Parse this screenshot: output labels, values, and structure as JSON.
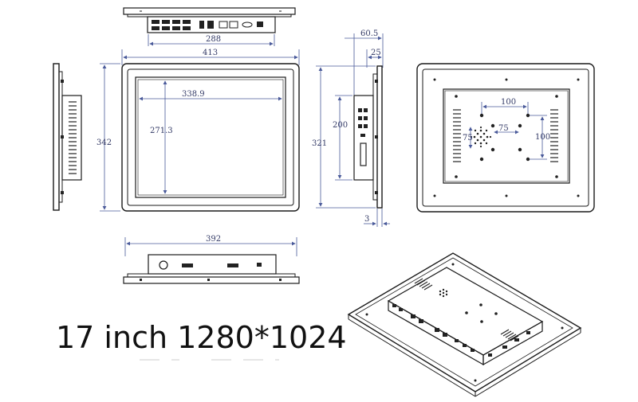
{
  "caption": "17 inch 1280*1024",
  "dimensions": {
    "top_connector_width": "288",
    "front_width": "413",
    "front_height": "342",
    "screen_width": "338.9",
    "screen_height": "271.3",
    "side_depth": "60.5",
    "side_back_depth": "25",
    "side_panel_height": "200",
    "side_total_height": "321",
    "bezel_thickness": "3",
    "bottom_width": "392",
    "vesa_horizontal": "100",
    "vesa_vertical": "100",
    "vesa_inner_h": "75",
    "vesa_inner_v": "75"
  }
}
